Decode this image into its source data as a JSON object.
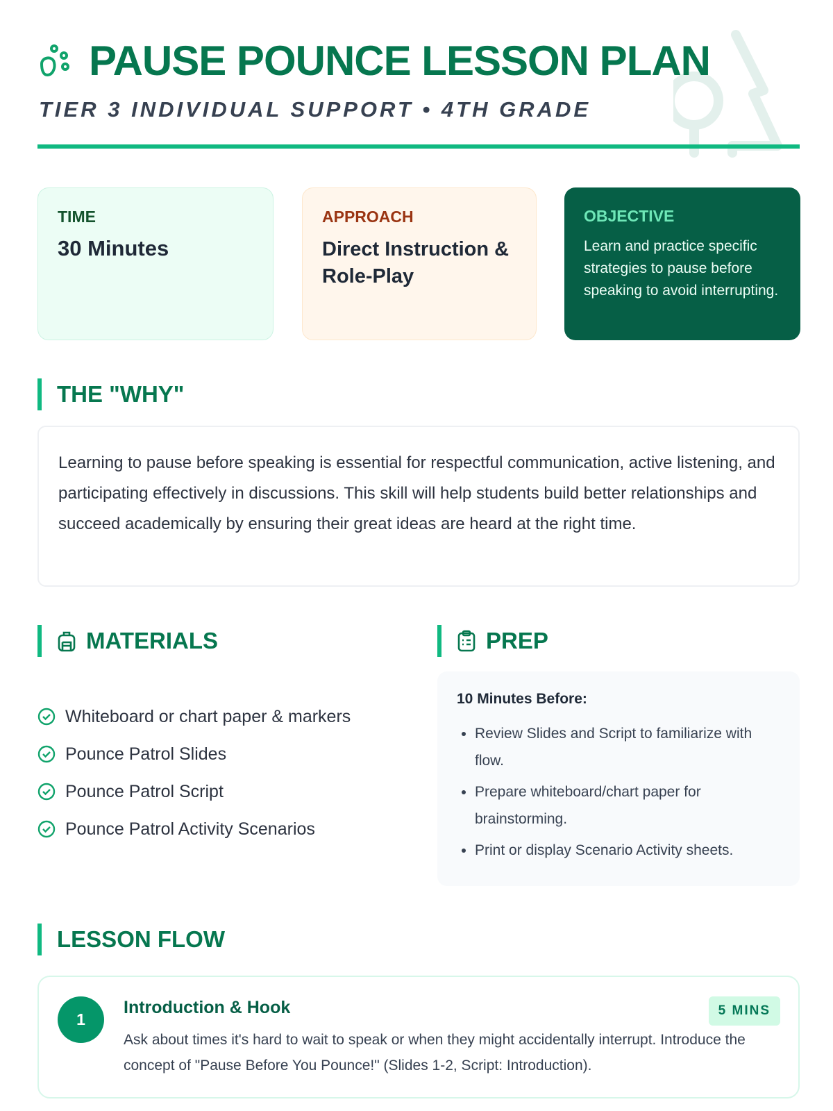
{
  "header": {
    "title": "PAUSE POUNCE LESSON PLAN",
    "subtitle": "TIER 3 INDIVIDUAL SUPPORT • 4TH GRADE",
    "logo_icon": "paw-icon",
    "watermark_icon": "trees-icon"
  },
  "cards": [
    {
      "label": "TIME",
      "value": "30 Minutes"
    },
    {
      "label": "APPROACH",
      "value": "Direct Instruction & Role-Play"
    },
    {
      "label": "OBJECTIVE",
      "value": "Learn and practice specific strategies to pause before speaking to avoid interrupting."
    }
  ],
  "why": {
    "heading": "THE \"WHY\"",
    "text": "Learning to pause before speaking is essential for respectful communication, active listening, and participating effectively in discussions. This skill will help students build better relationships and succeed academically by ensuring their great ideas are heard at the right time."
  },
  "materials": {
    "heading": "MATERIALS",
    "items": [
      "Whiteboard or chart paper & markers",
      "Pounce Patrol Slides",
      "Pounce Patrol Script",
      "Pounce Patrol Activity Scenarios"
    ]
  },
  "prep": {
    "heading": "PREP",
    "title": "10 Minutes Before:",
    "items": [
      "Review Slides and Script to familiarize with flow.",
      "Prepare whiteboard/chart paper for brainstorming.",
      "Print or display Scenario Activity sheets."
    ]
  },
  "flow": {
    "heading": "LESSON FLOW",
    "steps": [
      {
        "number": "1",
        "title": "Introduction & Hook",
        "duration": "5 MINS",
        "description": "Ask about times it's hard to wait to speak or when they might accidentally interrupt. Introduce the concept of \"Pause Before You Pounce!\" (Slides 1-2, Script: Introduction)."
      }
    ]
  },
  "colors": {
    "primary": "#06774f",
    "accent": "#10b981",
    "dark": "#065f46"
  }
}
